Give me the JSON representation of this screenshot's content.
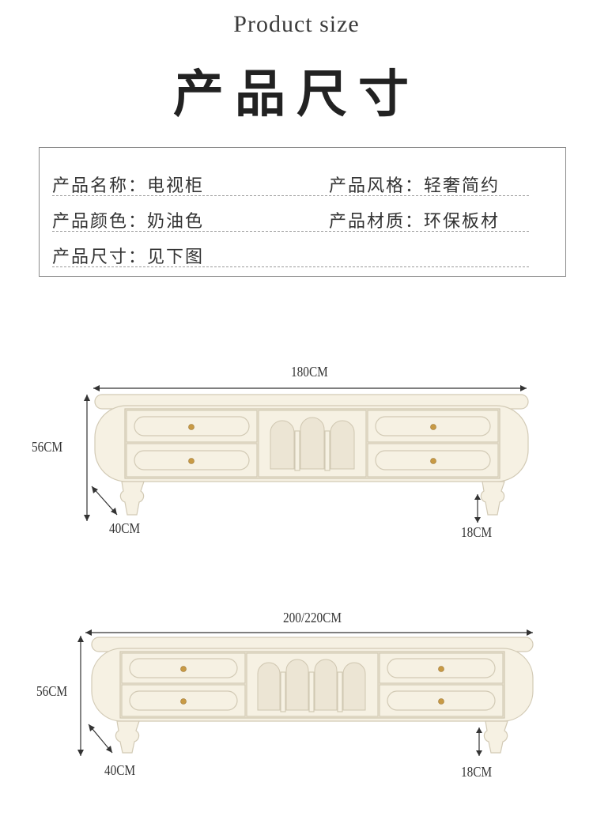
{
  "header": {
    "subtitle": "Product size",
    "title": "产品尺寸"
  },
  "info": {
    "rows": [
      {
        "left": "产品名称：电视柜",
        "right": "产品风格：轻奢简约"
      },
      {
        "left": "产品颜色：奶油色",
        "right": "产品材质：环保板材"
      },
      {
        "left": "产品尺寸：见下图",
        "right": ""
      }
    ]
  },
  "diagrams": [
    {
      "width_label": "180CM",
      "height_label": "56CM",
      "depth_label": "40CM",
      "leg_label": "18CM"
    },
    {
      "width_label": "200/220CM",
      "height_label": "56CM",
      "depth_label": "40CM",
      "leg_label": "18CM"
    }
  ],
  "colors": {
    "cabinet": "#f6f1e3",
    "knob": "#c89a45",
    "text": "#333333"
  }
}
